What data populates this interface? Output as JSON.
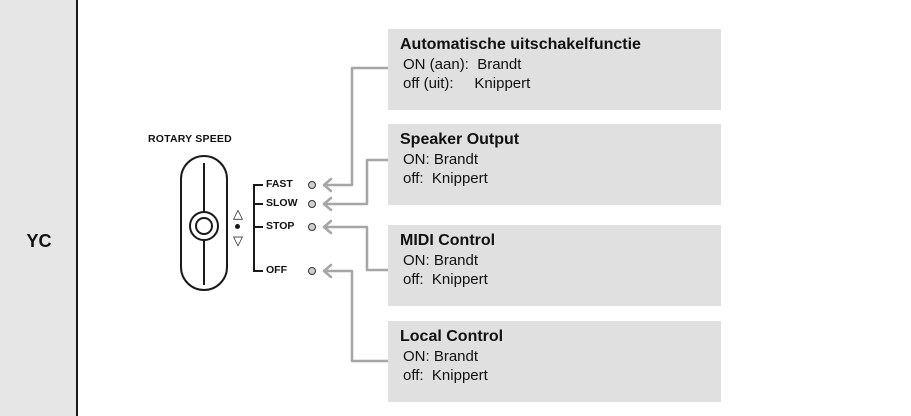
{
  "model_label": "YC",
  "control": {
    "title": "ROTARY SPEED",
    "positions": [
      "FAST",
      "SLOW",
      "STOP",
      "OFF"
    ],
    "up_symbol": "△",
    "down_symbol": "▽"
  },
  "boxes": [
    {
      "title": "Automatische uitschakelfunctie",
      "rows": [
        {
          "key": "ON (aan):  ",
          "value": "Brandt"
        },
        {
          "key": "off (uit):     ",
          "value": "Knippert"
        }
      ]
    },
    {
      "title": "Speaker Output",
      "rows": [
        {
          "key": "ON: ",
          "value": "Brandt"
        },
        {
          "key": "off:  ",
          "value": "Knippert"
        }
      ]
    },
    {
      "title": "MIDI Control",
      "rows": [
        {
          "key": "ON: ",
          "value": "Brandt"
        },
        {
          "key": "off:  ",
          "value": "Knippert"
        }
      ]
    },
    {
      "title": "Local Control",
      "rows": [
        {
          "key": "ON: ",
          "value": "Brandt"
        },
        {
          "key": "off:  ",
          "value": "Knippert"
        }
      ]
    }
  ],
  "colors": {
    "box_background": "#e0e0e0",
    "label_column": "#e6e6e6",
    "connector": "#a6a6a6"
  }
}
